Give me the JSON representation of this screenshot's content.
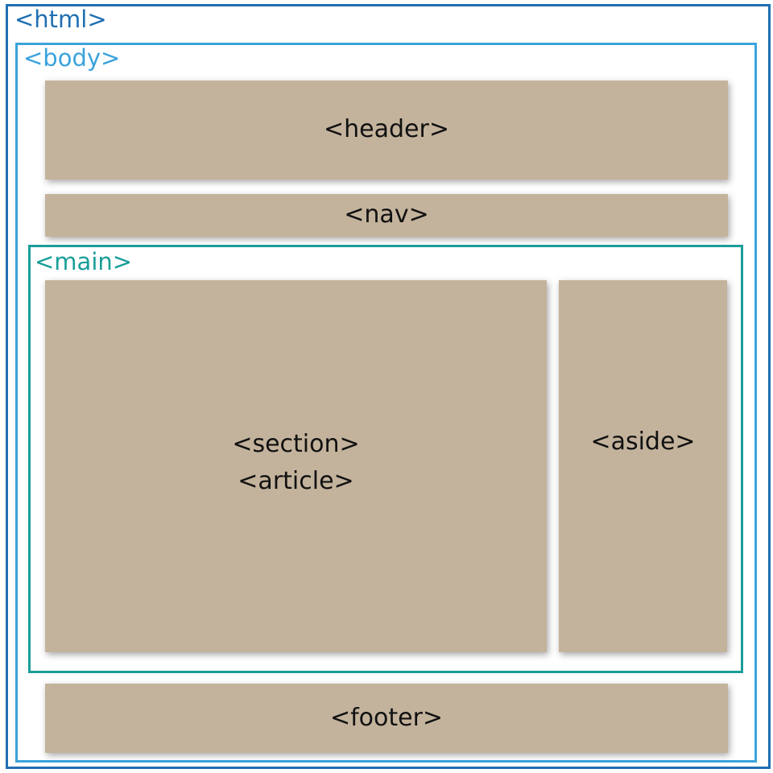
{
  "frames": {
    "html_label": "<html>",
    "body_label": "<body>",
    "main_label": "<main>"
  },
  "blocks": {
    "header": "<header>",
    "nav": "<nav>",
    "section": "<section>",
    "article": "<article>",
    "aside": "<aside>",
    "footer": "<footer>"
  },
  "colors": {
    "html_border": "#1f6fb2",
    "body_border": "#3aa3dc",
    "main_border": "#1a9e99",
    "block_fill": "#c4b39c"
  }
}
